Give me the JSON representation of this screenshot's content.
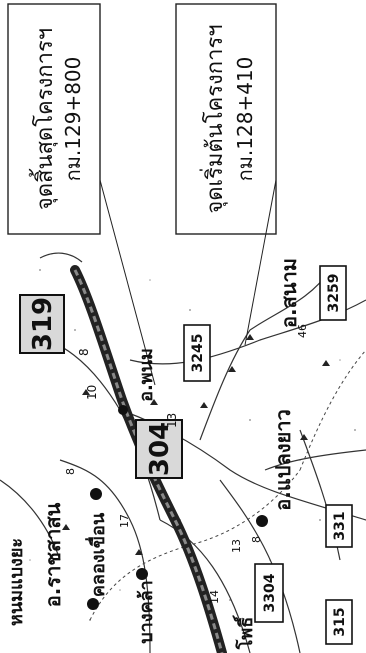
{
  "callouts": {
    "end": {
      "line1": "จุดสิ้นสุดโครงการฯ",
      "line2": "กม.129+800"
    },
    "start": {
      "line1": "จุดเริ่มต้นโครงการฯ",
      "line2": "กม.128+410"
    }
  },
  "route_shields": {
    "r319": "319",
    "r304": "304",
    "r3245": "3245",
    "r3259": "3259",
    "r331": "331",
    "r3304": "3304",
    "r315": "315"
  },
  "place_names": {
    "top_district": "หนมแบงยะ",
    "ratchasan": "อ.ราชสาสน",
    "khlong_khuean": "คลองเขื่อน",
    "bang_khla": "บางคล้า",
    "phanom_sarakham": "อ.พนม",
    "plaeng_yao": "อ.แปลงยาว",
    "sanam_chai": "อ.สนาม",
    "bottom_left": "โพธิ์"
  },
  "km_markers": [
    "8",
    "10",
    "13",
    "46",
    "8",
    "17",
    "13",
    "8",
    "14"
  ],
  "colors": {
    "ink": "#111111",
    "road": "#222222",
    "shield_fill": "#ffffff",
    "highlight_fill": "#d9d9d9"
  }
}
